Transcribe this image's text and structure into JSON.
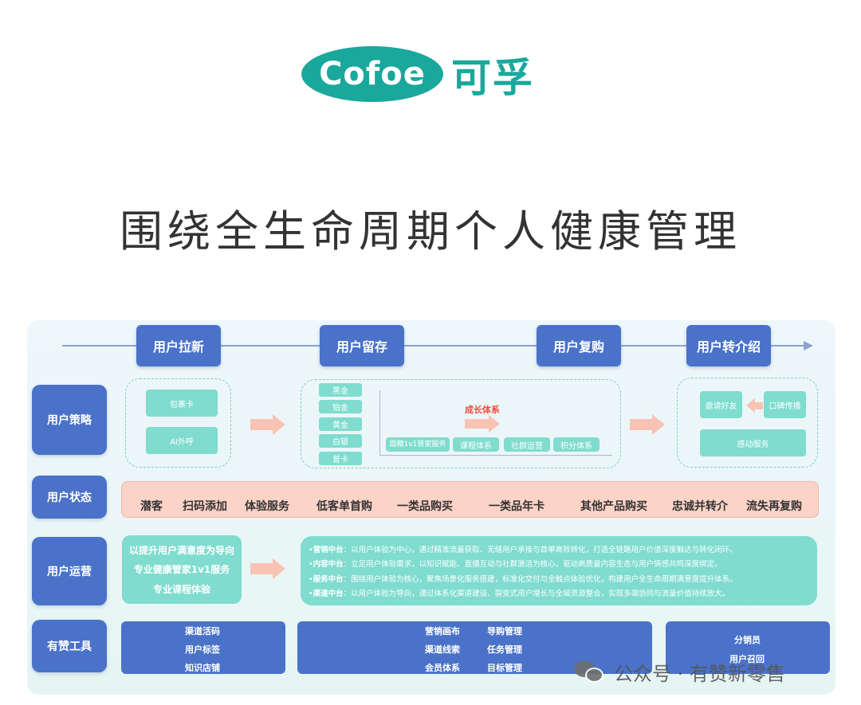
{
  "brand": {
    "logo_en": "Cofoe",
    "logo_cn": "可孚"
  },
  "title": "围绕全生命周期个人健康管理",
  "stages": [
    "用户拉新",
    "用户留存",
    "用户复购",
    "用户转介绍"
  ],
  "rows": [
    "用户策略",
    "用户状态",
    "用户运营",
    "有赞工具"
  ],
  "strategy": {
    "acquisition": [
      "包裹卡",
      "AI外呼"
    ],
    "tiers": [
      "黑金",
      "铂金",
      "黄金",
      "白银",
      "普卡"
    ],
    "growth_title": "成长体系",
    "services": [
      "面糖1v1管家服务",
      "课程体系",
      "社群运营",
      "积分体系"
    ],
    "referral": [
      "邀请好友",
      "口碑传播",
      "感动服务"
    ]
  },
  "status_items": [
    "潜客",
    "扫码添加",
    "体验服务",
    "低客单首购",
    "一类品购买",
    "一类品年卡",
    "其他产品购买",
    "忠诚并转介",
    "流失再复购"
  ],
  "operations": {
    "left": [
      "以提升用户满意度为导向",
      "专业健康管家1v1服务",
      "专业课程体验"
    ],
    "right": [
      {
        "label": "营销中台",
        "text": "：以用户体验为中心，通过精准流量获取、无缝用户承接与首单高效转化，打造全链路用户价值深度触达与转化闭环。"
      },
      {
        "label": "内容中台",
        "text": "：立足用户体验需求，以知识赋能、直播互动与社群激活为核心，驱动高质量内容生态与用户情感共鸣深度绑定。"
      },
      {
        "label": "服务中台",
        "text": "：围绕用户体验为核心，聚焦场景化服务搭建，标准化交付与全触点体验优化，构建用户全生命周期满意度提升体系。"
      },
      {
        "label": "渠道中台",
        "text": "：以用户体验为导向，通过体系化渠道建设、裂变式用户增长与全域资源整合，实现多端协同与流量价值持续放大。"
      }
    ]
  },
  "tools": {
    "left": [
      "渠道活码",
      "用户标签",
      "知识店铺"
    ],
    "mid_col1": [
      "营销画布",
      "渠道线索",
      "会员体系"
    ],
    "mid_col2": [
      "导购管理",
      "任务管理",
      "目标管理"
    ],
    "right": [
      "分销员",
      "用户召回"
    ]
  },
  "watermark": "公众号 · 有赞新零售",
  "colors": {
    "brand_teal": "#1aa89c",
    "stage_blue": "#4a72c9",
    "light_teal": "#7fdccf",
    "salmon": "#fbd3c7",
    "arrow_pink": "#f8c3b3",
    "growth_red": "#ef4b3a"
  }
}
